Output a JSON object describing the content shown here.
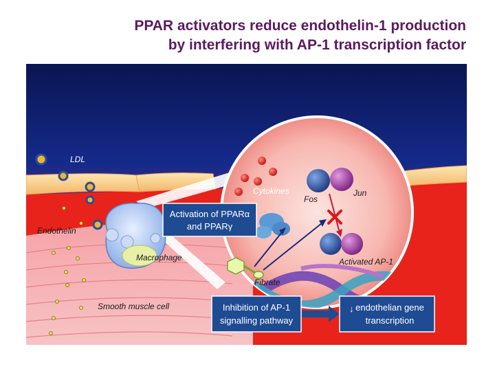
{
  "slide": {
    "title_line1": "PPAR activators reduce endothelin-1 production",
    "title_line2": "by interfering with AP-1 transcription factor"
  },
  "labels": {
    "ldl": "LDL",
    "endothelin": "Endothelin",
    "macrophage": "Macrophage",
    "smooth_muscle": "Smooth muscle cell",
    "cytokines": "Cytokines",
    "fos": "Fos",
    "jun": "Jun",
    "activated_ap1": "Activated AP-1",
    "fibrate": "Fibrate"
  },
  "boxes": {
    "ppar_line1": "Activation of PPARα",
    "ppar_line2": "and PPARγ",
    "inhibit_line1": "Inhibition of AP-1",
    "inhibit_line2": "signalling pathway",
    "gene_line1": "endothelian gene",
    "gene_line2": "transcription",
    "down_arrow": "↓"
  },
  "colors": {
    "title": "#5b1a5e",
    "box_fill": "#1f4b93",
    "blood": "#e8231b",
    "sky_top": "#0a1450",
    "sky_bottom": "#d81e2a",
    "fos": "#2a4f9e",
    "jun": "#b23fb0",
    "inhibit_mark": "#e01515"
  }
}
